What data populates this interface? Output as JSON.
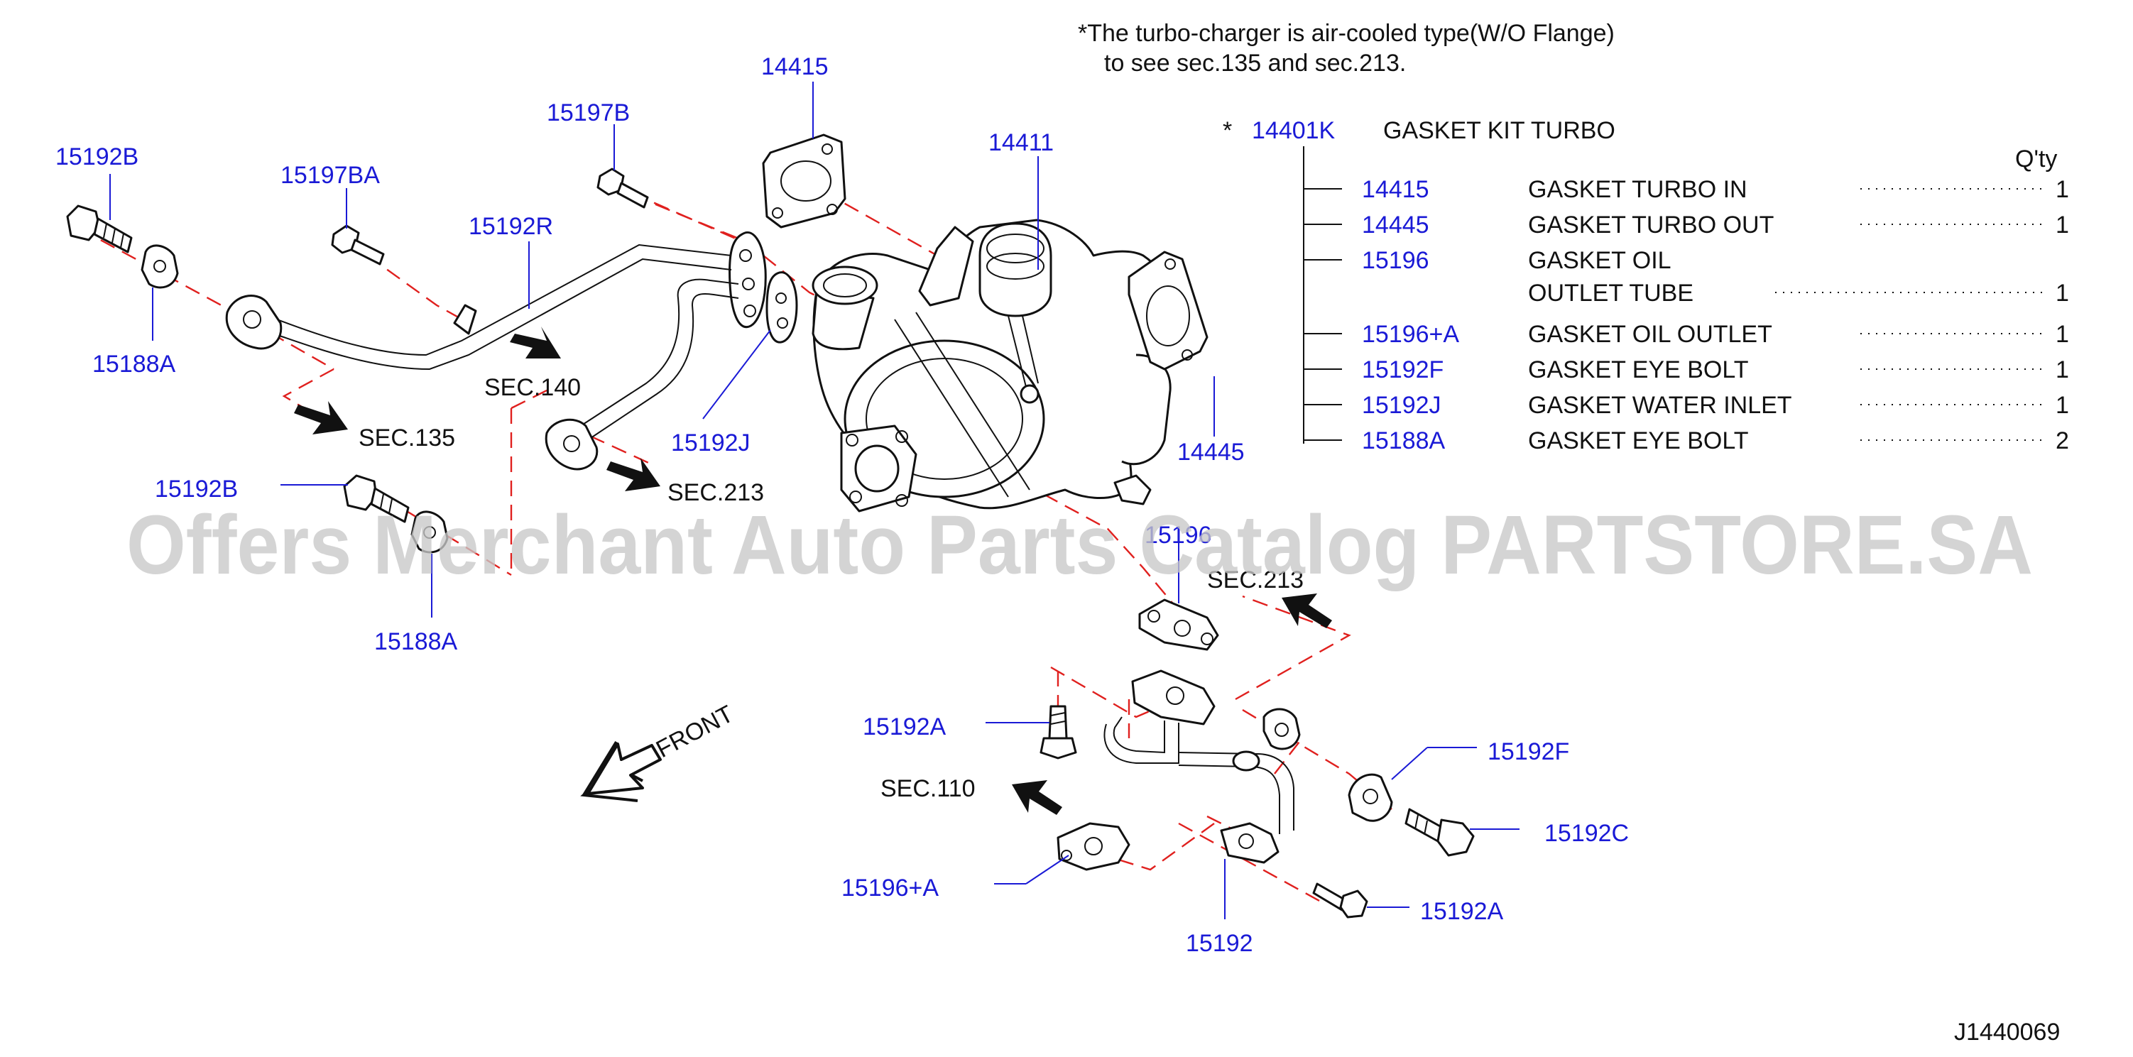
{
  "note": {
    "line1": "*The  turbo-charger  is  air-cooled  type(W/O  Flange)",
    "line2": "to  see  sec.135  and  sec.213."
  },
  "kit": {
    "star": "*",
    "number": "14401K",
    "name": "GASKET  KIT  TURBO",
    "qty_header": "Q'ty",
    "items": [
      {
        "number": "14415",
        "name": "GASKET  TURBO  IN",
        "name2": "",
        "qty": "1"
      },
      {
        "number": "14445",
        "name": "GASKET  TURBO  OUT",
        "name2": "",
        "qty": "1"
      },
      {
        "number": "15196",
        "name": "GASKET  OIL",
        "name2": "OUTLET  TUBE",
        "qty": "1"
      },
      {
        "number": "15196+A",
        "name": "GASKET  OIL  OUTLET",
        "name2": "",
        "qty": "1"
      },
      {
        "number": "15192F",
        "name": "GASKET  EYE  BOLT",
        "name2": "",
        "qty": "1"
      },
      {
        "number": "15192J",
        "name": "GASKET  WATER  INLET",
        "name2": "",
        "qty": "1"
      },
      {
        "number": "15188A",
        "name": "GASKET  EYE  BOLT",
        "name2": "",
        "qty": "2"
      }
    ]
  },
  "callouts": {
    "c14415": "14415",
    "c14411": "14411",
    "c14445": "14445",
    "c15197B": "15197B",
    "c15197BA": "15197BA",
    "c15192R": "15192R",
    "c15192B_top": "15192B",
    "c15188A_top": "15188A",
    "c15192J": "15192J",
    "c15192B_mid": "15192B",
    "c15188A_mid": "15188A",
    "c15196": "15196",
    "c15192A_left": "15192A",
    "c15192F": "15192F",
    "c15192C": "15192C",
    "c15192A_bottom": "15192A",
    "c15196A": "15196+A",
    "c15192": "15192"
  },
  "sections": {
    "s140": "SEC.140",
    "s135": "SEC.135",
    "s213_mid": "SEC.213",
    "s213_right": "SEC.213",
    "s110": "SEC.110"
  },
  "front_label": "FRONT",
  "watermark": "Offers Merchant Auto Parts Catalog PARTSTORE.SA",
  "diagram_id": "J1440069"
}
